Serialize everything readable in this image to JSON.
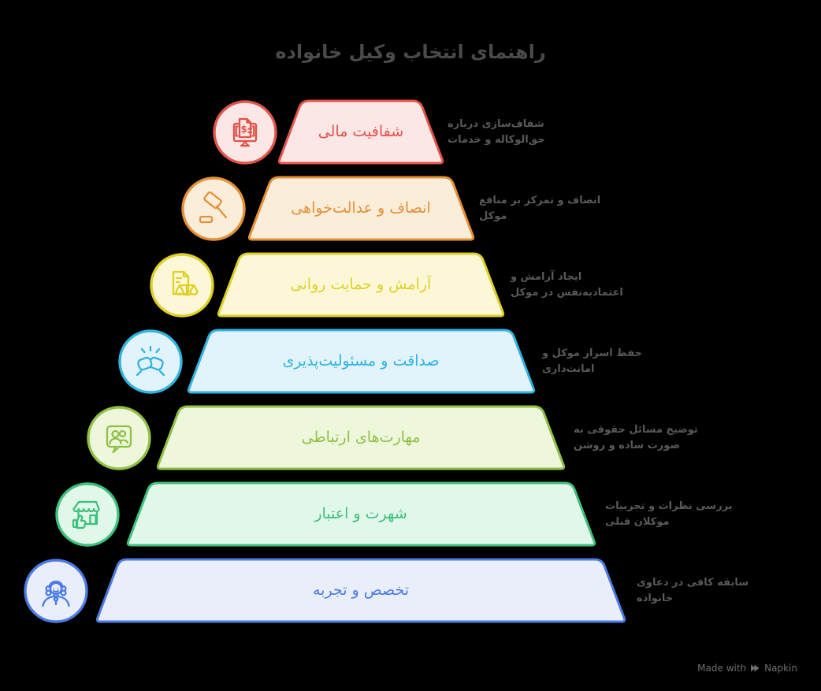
{
  "title": "راهنمای انتخاب وکیل خانواده",
  "colors": {
    "background": "#000000",
    "title_text": "#4a4a4a",
    "description_text": "#595959",
    "watermark_text": "#6e6e6e"
  },
  "levels": [
    {
      "rank": 1,
      "label": "شفافیت مالی",
      "description": "شفاف‌سازی درباره\nحق‌الوکاله و خدمات",
      "icon": "monitor-invoice-icon",
      "stroke": "#e2544b",
      "fill": "#fae7e6"
    },
    {
      "rank": 2,
      "label": "انصاف و عدالت‌خواهی",
      "description": "انصاف و تمرکز بر منافع\nموکل",
      "icon": "gavel-icon",
      "stroke": "#e69036",
      "fill": "#faeedb"
    },
    {
      "rank": 3,
      "label": "آرامش و حمایت روانی",
      "description": "ایجاد آرامش و\nاعتمادبه‌نفس در موکل",
      "icon": "document-scale-icon",
      "stroke": "#ddd128",
      "fill": "#fcf8d7"
    },
    {
      "rank": 4,
      "label": "صداقت و مسئولیت‌پذیری",
      "description": "حفظ اسرار موکل و\nامانت‌داری",
      "icon": "fist-bump-icon",
      "stroke": "#30b4e0",
      "fill": "#e2f3fb"
    },
    {
      "rank": 5,
      "label": "مهارت‌های ارتباطی",
      "description": "توضیح مسائل حقوقی به\nصورت ساده و روشن",
      "icon": "chat-people-icon",
      "stroke": "#90c146",
      "fill": "#eef7dc"
    },
    {
      "rank": 6,
      "label": "شهرت و اعتبار",
      "description": "بررسی نظرات و تجربیات\nموکلان قبلی",
      "icon": "storefront-thumbs-up-icon",
      "stroke": "#3ec17d",
      "fill": "#e1f7ea"
    },
    {
      "rank": 7,
      "label": "تخصص و تجربه",
      "description": "سابقه کافی در دعاوی\nخانواده",
      "icon": "lawyer-woman-icon",
      "stroke": "#4c7ce2",
      "fill": "#e9eefa"
    }
  ],
  "watermark": {
    "prefix": "Made with",
    "brand": "Napkin",
    "icon": "napkin-logo-icon"
  }
}
